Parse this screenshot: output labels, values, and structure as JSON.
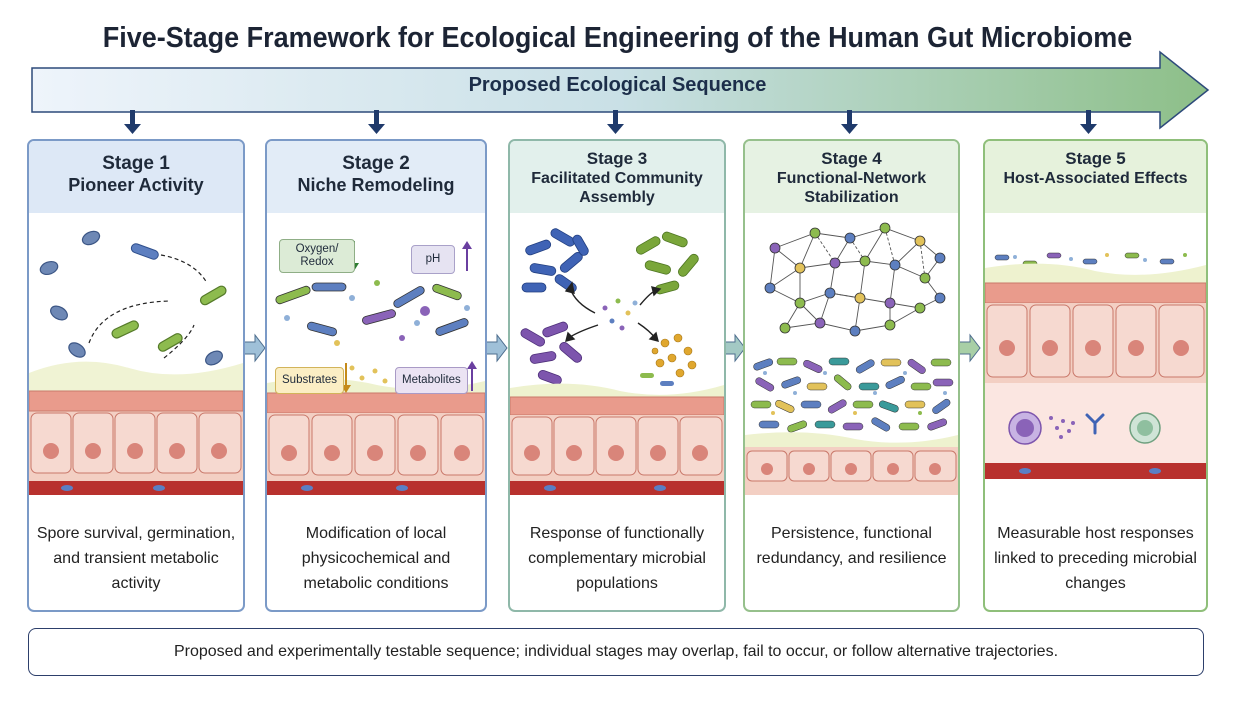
{
  "title": "Five-Stage Framework for Ecological Engineering of the Human Gut Microbiome",
  "banner": {
    "label": "Proposed Ecological Sequence"
  },
  "stages": [
    {
      "title": "Stage 1",
      "subtitle": "Pioneer Activity",
      "description": "Spore survival, germination, and transient metabolic activity",
      "header_color": "#dde8f6",
      "border_color": "#7b9ac7"
    },
    {
      "title": "Stage 2",
      "subtitle": "Niche Remodeling",
      "description": "Modification of local physicochemical and metabolic conditions",
      "header_color": "#e2ecf7",
      "border_color": "#7b9ac7",
      "labels": {
        "oxygen": "Oxygen/\nRedox",
        "ph": "pH",
        "substrates": "Substrates",
        "metabolites": "Metabolites"
      }
    },
    {
      "title": "Stage 3",
      "subtitle": "Facilitated Community Assembly",
      "description": "Response of functionally complementary microbial populations",
      "header_color": "#e2f0ec",
      "border_color": "#8fb8a9"
    },
    {
      "title": "Stage 4",
      "subtitle": "Functional-Network Stabilization",
      "description": "Persistence, functional redundancy, and resilience",
      "header_color": "#e6f2e3",
      "border_color": "#96c08c"
    },
    {
      "title": "Stage 5",
      "subtitle": "Host-Associated Effects",
      "description": "Measurable host responses linked to preceding microbial changes",
      "header_color": "#e6f2dc",
      "border_color": "#8fbf7a"
    }
  ],
  "footer": "Proposed and experimentally testable sequence; individual stages may overlap, fail to occur, or follow alternative trajectories.",
  "colors": {
    "banner_start": "#e4eef9",
    "banner_end": "#92c18c",
    "down_arrow": "#1f3a6b",
    "connector": "#8fb0c4"
  }
}
